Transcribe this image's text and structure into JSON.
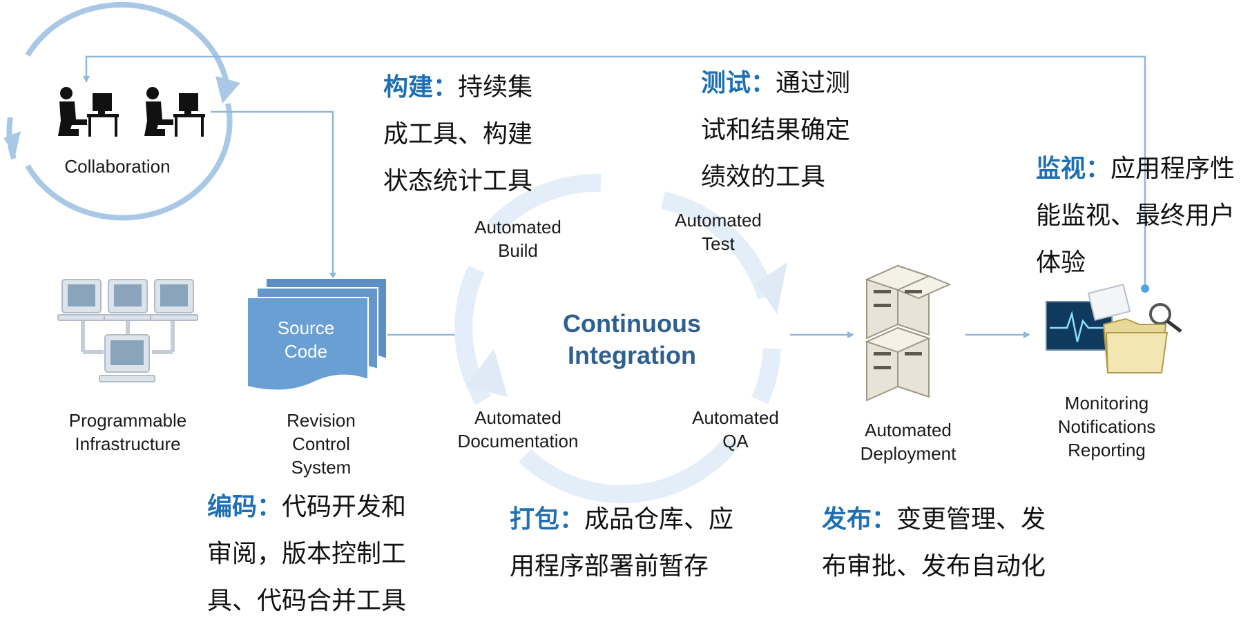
{
  "colors": {
    "arrow": "#8fb7dd",
    "heading": "#1f6fb2",
    "ci_text": "#2e5f8f",
    "doc_fill": "#6a9fd3"
  },
  "labels": {
    "collaboration": "Collaboration",
    "programmable_infrastructure": "Programmable\nInfrastructure",
    "source_code": "Source\nCode",
    "revision_control": "Revision\nControl\nSystem",
    "automated_build": "Automated\nBuild",
    "automated_test": "Automated\nTest",
    "automated_documentation": "Automated\nDocumentation",
    "automated_qa": "Automated\nQA",
    "continuous_integration": "Continuous\nIntegration",
    "automated_deployment": "Automated\nDeployment",
    "monitoring": "Monitoring\nNotifications\nReporting"
  },
  "notes": {
    "build": {
      "head": "构建",
      "sep": "：",
      "l1": "持续集",
      "l2": "成工具、构建",
      "l3": "状态统计工具"
    },
    "test": {
      "head": "测试",
      "sep": "：",
      "l1": "通过测",
      "l2": "试和结果确定",
      "l3": "绩效的工具"
    },
    "monitor": {
      "head": "监视",
      "sep": "：",
      "l1": "应用程序性",
      "l2": "能监视、最终用户",
      "l3": "体验"
    },
    "coding": {
      "head": "编码",
      "sep": "：",
      "l1": "代码开发和",
      "l2": "审阅，版本控制工",
      "l3": "具、代码合并工具"
    },
    "package": {
      "head": "打包",
      "sep": "：",
      "l1": "成品仓库、应",
      "l2": "用程序部署前暂存"
    },
    "release": {
      "head": "发布",
      "sep": "：",
      "l1": "变更管理、发",
      "l2": "布审批、发布自动化"
    }
  },
  "icons": [
    "collaboration-people-icon",
    "infrastructure-computers-icon",
    "source-code-document-icon",
    "server-stack-icon",
    "monitoring-dashboard-icon"
  ]
}
